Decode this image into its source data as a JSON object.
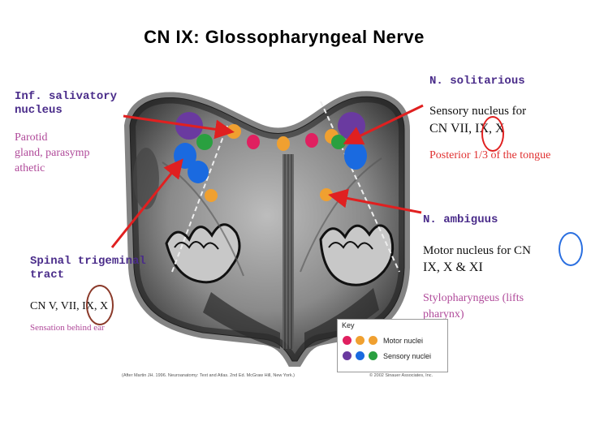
{
  "title": "CN  IX:  Glossopharyngeal  Nerve",
  "labels": {
    "inf_salivatory": {
      "heading_line1": "Inf. salivatory",
      "heading_line2": "nucleus",
      "body_line1": "Parotid",
      "body_line2": "gland, parasymp",
      "body_line3": "athetic"
    },
    "n_solitarious": {
      "heading": "N. solitarious",
      "body_line1": "Sensory nucleus for",
      "body_line2": "CN VII, IX, X",
      "note": "Posterior 1/3 of the tongue"
    },
    "n_ambiguus": {
      "heading": "N. ambiguus",
      "body_line1": "Motor nucleus for CN",
      "body_line2": "IX, X & XI",
      "note_line1": "Stylopharyngeus (lifts",
      "note_line2": "pharynx)"
    },
    "spinal_trigeminal": {
      "heading_line1": "Spinal trigeminal",
      "heading_line2": "tract",
      "body": "CN V, VII, IX, X",
      "note": "Sensation behind ear"
    }
  },
  "key": {
    "title": "Key",
    "motor_label": "Motor nuclei",
    "sensory_label": "Sensory nuclei"
  },
  "credits": {
    "left": "(After Martin JH. 1996. Neuroanatomy: Text and Atlas. 2nd Ed. McGraw Hill, New York.)",
    "right": "© 2002 Sinauer Associates, Inc."
  },
  "colors": {
    "arrow": "#e02020",
    "heading": "#4a2c8a",
    "pink_text": "#b04a9a",
    "red_text": "#e03030",
    "circle_highlight": "#8b3a2a",
    "blue_highlight": "#2a6fe0",
    "nucleus_purple": "#6a3aa0",
    "nucleus_blue": "#1a6ae0",
    "nucleus_green": "#2aa040",
    "nucleus_orange": "#f0a030",
    "nucleus_red": "#e02060"
  }
}
